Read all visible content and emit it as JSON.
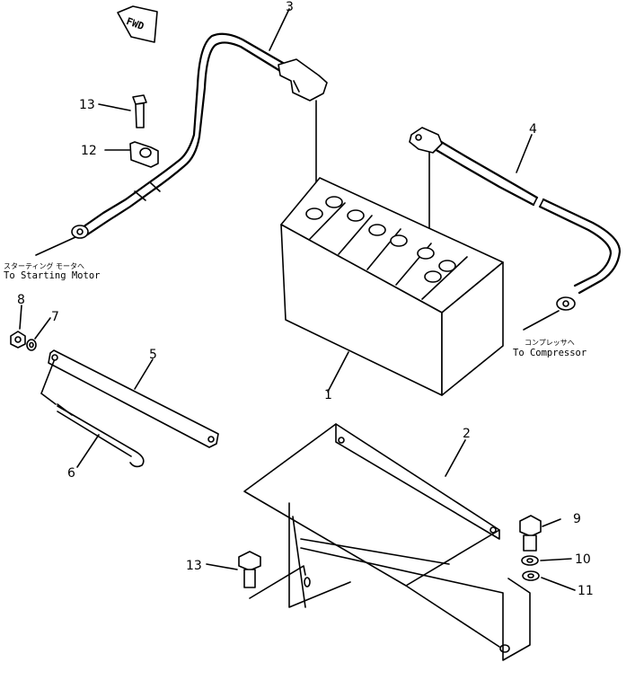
{
  "fwd_label": "FWD",
  "callouts": {
    "n1": "1",
    "n2": "2",
    "n3": "3",
    "n4": "4",
    "n5": "5",
    "n6": "6",
    "n7": "7",
    "n8": "8",
    "n9": "9",
    "n10": "10",
    "n11": "11",
    "n12": "12",
    "n13a": "13",
    "n13b": "13"
  },
  "captions": {
    "starting_motor_jp": "スターティング モータへ",
    "starting_motor_en": "To Starting Motor",
    "compressor_jp": "コンプレッサへ",
    "compressor_en": "To Compressor"
  }
}
